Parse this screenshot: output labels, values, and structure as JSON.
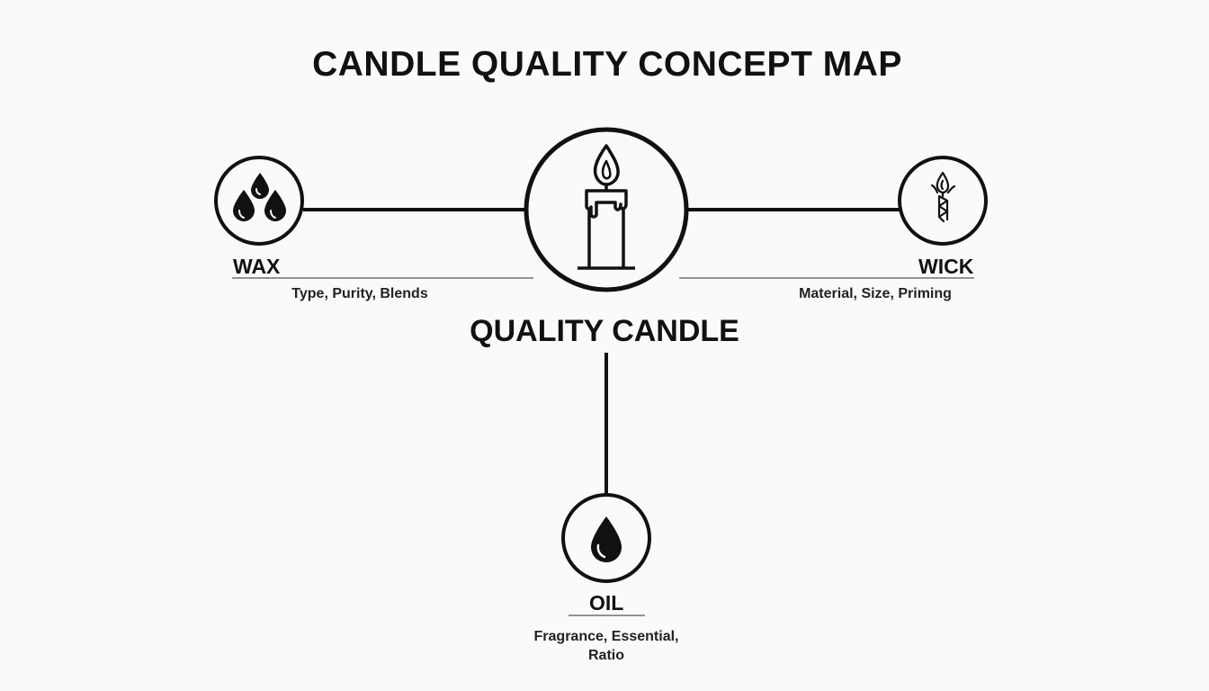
{
  "title": "CANDLE QUALITY CONCEPT MAP",
  "center": {
    "label": "QUALITY CANDLE",
    "icon": "candle-icon"
  },
  "nodes": {
    "wax": {
      "label": "WAX",
      "detail": "Type, Purity, Blends",
      "icon": "wax-drops-icon"
    },
    "wick": {
      "label": "WICK",
      "detail": "Material, Size, Priming",
      "icon": "wick-icon"
    },
    "oil": {
      "label": "OIL",
      "detail_line1": "Fragrance, Essential,",
      "detail_line2": "Ratio",
      "icon": "oil-drop-icon"
    }
  },
  "colors": {
    "ink": "#111111",
    "background": "#fafafa"
  }
}
